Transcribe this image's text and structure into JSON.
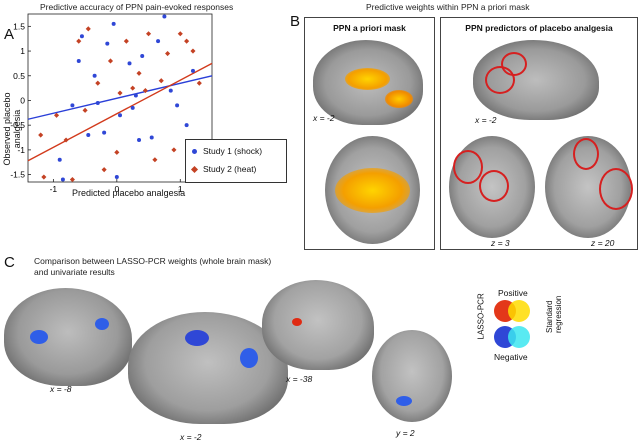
{
  "panel_a": {
    "letter": "A",
    "header": "Predictive accuracy of PPN pain-evoked responses",
    "xlabel": "Predicted placebo analgesia",
    "ylabel": "Observed placebo analgesia",
    "legend": [
      "Study 1 (shock)",
      "Study 2 (heat)"
    ]
  },
  "panel_b": {
    "letter": "B",
    "header": "Predictive weights within PPN a priori mask",
    "left_title": "PPN a priori mask",
    "right_title": "PPN predictors of placebo analgesia",
    "labels": {
      "x_left": "x = -2",
      "x_right": "x = -2",
      "z3": "z = 3",
      "z20": "z = 20"
    }
  },
  "panel_c": {
    "letter": "C",
    "header": "Comparison between LASSO-PCR weights (whole brain mask) and univariate results",
    "labels": {
      "x8": "x = -8",
      "x2": "x = -2",
      "x38": "x = -38",
      "y2": "y = 2"
    },
    "legend": {
      "positive": "Positive",
      "negative": "Negative",
      "lasso": "LASSO-PCR",
      "standard": "Standard regression"
    }
  },
  "colors": {
    "study1": "#2f47d6",
    "study2": "#c44224",
    "fit1": "#2a3fd8",
    "fit2": "#d23a1c"
  },
  "chart_data": {
    "type": "scatter",
    "title": "Predictive accuracy of PPN pain-evoked responses",
    "xlabel": "Predicted placebo analgesia",
    "ylabel": "Observed placebo analgesia",
    "xlim": [
      -1.4,
      1.5
    ],
    "ylim": [
      -1.65,
      1.75
    ],
    "xticks": [
      -1,
      0,
      1
    ],
    "yticks": [
      -1.5,
      -1,
      -0.5,
      0,
      0.5,
      1,
      1.5
    ],
    "grid": false,
    "legend_position": "bottom-right",
    "series": [
      {
        "name": "Study 1 (shock)",
        "marker": "circle",
        "points": [
          [
            -0.9,
            -1.2
          ],
          [
            -0.85,
            -1.6
          ],
          [
            -0.7,
            -0.1
          ],
          [
            -0.6,
            0.8
          ],
          [
            -0.55,
            1.3
          ],
          [
            -0.45,
            -0.7
          ],
          [
            -0.35,
            0.5
          ],
          [
            -0.3,
            -0.05
          ],
          [
            -0.2,
            -0.65
          ],
          [
            -0.15,
            1.15
          ],
          [
            -0.05,
            1.55
          ],
          [
            0.0,
            -1.55
          ],
          [
            0.05,
            -0.3
          ],
          [
            0.2,
            0.75
          ],
          [
            0.25,
            -0.15
          ],
          [
            0.3,
            0.1
          ],
          [
            0.35,
            -0.8
          ],
          [
            0.4,
            0.9
          ],
          [
            0.55,
            -0.75
          ],
          [
            0.65,
            1.2
          ],
          [
            0.75,
            1.7
          ],
          [
            0.85,
            0.2
          ],
          [
            0.95,
            -0.1
          ],
          [
            1.1,
            -0.5
          ],
          [
            1.2,
            0.6
          ]
        ]
      },
      {
        "name": "Study 2 (heat)",
        "marker": "diamond",
        "points": [
          [
            -1.2,
            -0.7
          ],
          [
            -1.15,
            -1.55
          ],
          [
            -0.95,
            -0.3
          ],
          [
            -0.8,
            -0.8
          ],
          [
            -0.7,
            -1.6
          ],
          [
            -0.6,
            1.2
          ],
          [
            -0.5,
            -0.2
          ],
          [
            -0.45,
            1.45
          ],
          [
            -0.3,
            0.35
          ],
          [
            -0.2,
            -1.4
          ],
          [
            -0.1,
            0.8
          ],
          [
            0.0,
            -1.05
          ],
          [
            0.05,
            0.15
          ],
          [
            0.15,
            1.2
          ],
          [
            0.25,
            0.25
          ],
          [
            0.35,
            0.55
          ],
          [
            0.45,
            0.2
          ],
          [
            0.5,
            1.35
          ],
          [
            0.6,
            -1.2
          ],
          [
            0.7,
            0.4
          ],
          [
            0.8,
            0.95
          ],
          [
            0.9,
            -1.0
          ],
          [
            1.0,
            1.35
          ],
          [
            1.1,
            1.2
          ],
          [
            1.2,
            1.0
          ],
          [
            1.3,
            0.35
          ]
        ]
      }
    ],
    "fits": [
      {
        "name": "Study 1 (shock)",
        "from": [
          -1.4,
          -0.38
        ],
        "to": [
          1.5,
          0.5
        ]
      },
      {
        "name": "Study 2 (heat)",
        "from": [
          -1.4,
          -1.22
        ],
        "to": [
          1.5,
          0.75
        ]
      }
    ]
  }
}
